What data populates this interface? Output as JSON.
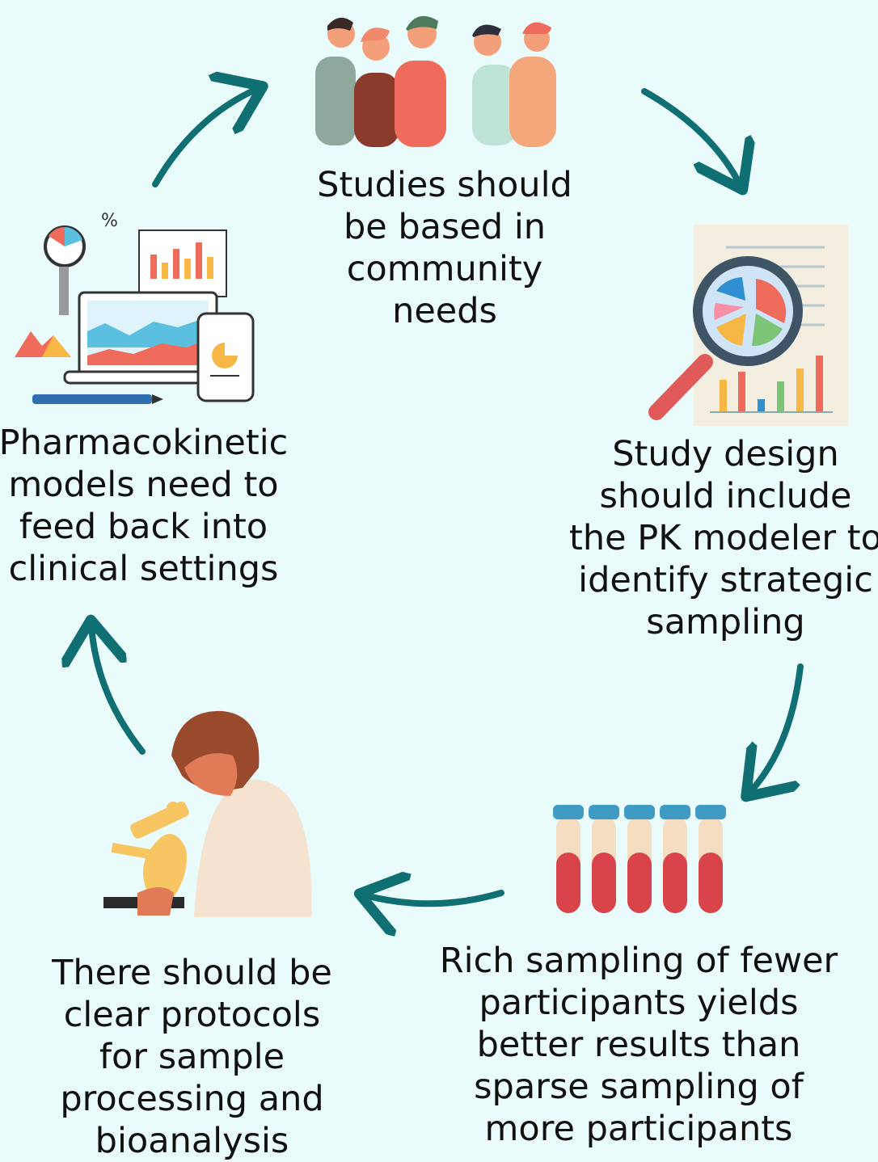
{
  "steps": {
    "community": "Studies should\nbe based in\ncommunity\nneeds",
    "design": "Study design\nshould include\nthe PK modeler to\nidentify strategic\nsampling",
    "sampling": "Rich sampling of fewer\nparticipants yields\nbetter results than\nsparse sampling of\nmore participants",
    "protocols": "There should be\nclear protocols\nfor sample\nprocessing and\nbioanalysis",
    "pk": "Pharmacokinetic\nmodels need to\nfeed back into\nclinical settings"
  },
  "colors": {
    "background": "#e9fbfb",
    "arrow": "#0f6f72"
  },
  "icons": {
    "community": "people-group-icon",
    "design": "magnifier-chart-icon",
    "sampling": "blood-tubes-icon",
    "protocols": "scientist-microscope-icon",
    "pk": "analytics-devices-icon"
  }
}
